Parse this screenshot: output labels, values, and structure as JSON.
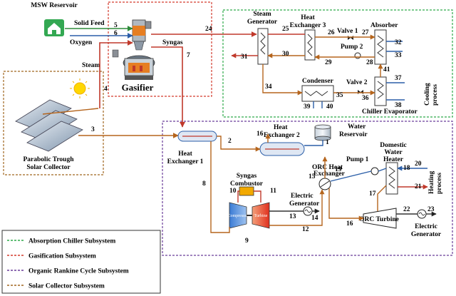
{
  "labels": {
    "msw_reservoir": "MSW Reservoir",
    "solid_feed": "Solid Feed",
    "oxygen": "Oxygen",
    "steam": "Steam",
    "syngas": "Syngas",
    "gasifier": "Gasifier",
    "parabolic_trough_line1": "Parabolic Trough",
    "parabolic_trough_line2": "Solar Collector",
    "steam_generator_line1": "Steam",
    "steam_generator_line2": "Generator",
    "hx3_line1": "Heat",
    "hx3_line2": "Exchanger 3",
    "valve1": "Valve 1",
    "absorber": "Absorber",
    "pump2": "Pump 2",
    "condenser": "Condenser",
    "valve2": "Valve 2",
    "chiller_evaporator": "Chiller Evaporator",
    "cooling_process_line1": "Cooling",
    "cooling_process_line2": "process",
    "hx1_line1": "Heat",
    "hx1_line2": "Exchanger 1",
    "hx2_line1": "Heat",
    "hx2_line2": "Exchanger 2",
    "water_reservoir_line1": "Water",
    "water_reservoir_line2": "Reservoir",
    "syngas_combustor_line1": "Syngas",
    "syngas_combustor_line2": "Combustor",
    "compressor": "Compressor",
    "turbine": "Turbine",
    "electric_generator_1_line1": "Electric",
    "electric_generator_1_line2": "Generator",
    "orc_hx_line1": "ORC  Heat",
    "orc_hx_line2": "Exchanger",
    "pump1": "Pump 1",
    "domestic_water_heater_line1": "Domestic",
    "domestic_water_heater_line2": "Water",
    "domestic_water_heater_line3": "Heater",
    "heating_process_line1": "Heating",
    "heating_process_line2": "process",
    "orc_turbine": "ORC Turbine",
    "electric_generator_2_line1": "Electric",
    "electric_generator_2_line2": "Generator"
  },
  "stream_numbers": [
    "1",
    "2",
    "3",
    "4",
    "5",
    "6",
    "7",
    "8",
    "9",
    "10",
    "11",
    "12",
    "13",
    "14",
    "15",
    "16",
    "17",
    "18",
    "19",
    "20",
    "21",
    "22",
    "23",
    "24",
    "25",
    "26",
    "27",
    "28",
    "29",
    "30",
    "31",
    "32",
    "33",
    "34",
    "35",
    "36",
    "37",
    "38",
    "39",
    "40",
    "41"
  ],
  "legend": [
    {
      "label": "Absorption Chiller Subsystem",
      "color": "#2eaa4a"
    },
    {
      "label": "Gasification  Subsystem",
      "color": "#d33a2c"
    },
    {
      "label": "Organic Rankine  Cycle Subsystem",
      "color": "#6a3d9a"
    },
    {
      "label": "Solar Collector Subsystem",
      "color": "#a0661e"
    }
  ],
  "colors": {
    "solar_box": "#a0661e",
    "gasification_box": "#d33a2c",
    "chiller_box": "#2eaa4a",
    "orc_box": "#6a3d9a",
    "pipe_brown": "#b5651d",
    "pipe_red": "#c0392b",
    "pipe_blue": "#2c5fa8",
    "pipe_green": "#2e8b3a"
  }
}
